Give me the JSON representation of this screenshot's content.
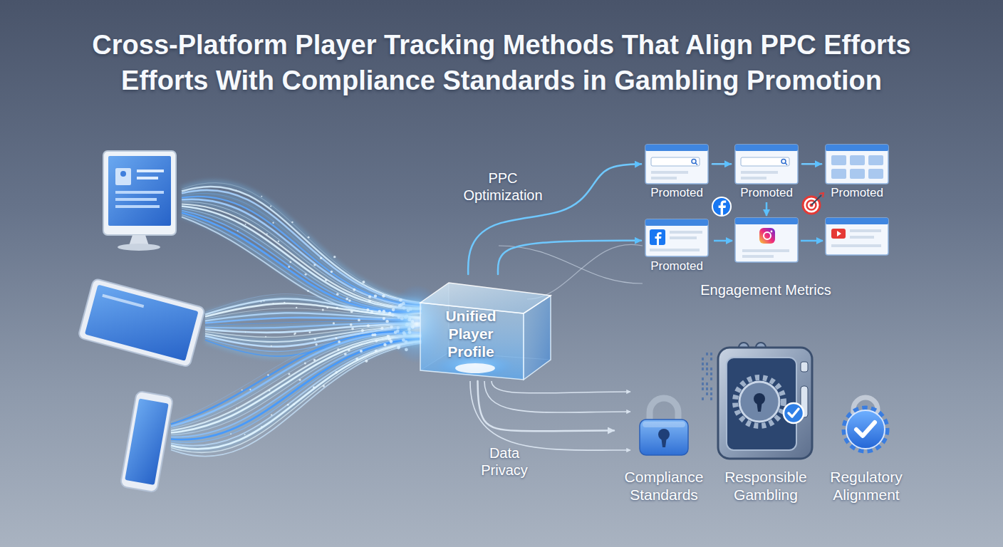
{
  "diagram": {
    "title": "Cross-Platform Player Tracking Methods That Align PPC Efforts Efforts With Compliance Standards in Gambling Promotion",
    "nodes": [
      {
        "text": [
          "Unified Player Profile"
        ]
      },
      {
        "text": [
          "Promoted"
        ]
      },
      {
        "text": [
          "Promoted"
        ]
      },
      {
        "text": [
          "Promoted"
        ]
      },
      {
        "text": [
          "Promoted"
        ]
      },
      {
        "text": [
          "Compliance Standards"
        ]
      },
      {
        "text": [
          "Responsible Gambling"
        ]
      },
      {
        "text": [
          "Regulatory Alignment"
        ]
      }
    ],
    "edges": [
      {
        "from": 0,
        "to": 1,
        "arrow": "to"
      },
      {
        "from": 1,
        "to": 2,
        "arrow": "to"
      },
      {
        "from": 2,
        "to": 3,
        "arrow": "to"
      },
      {
        "from": 0,
        "to": 4,
        "arrow": "to"
      },
      {
        "from": 0,
        "to": 5,
        "arrow": "to"
      }
    ],
    "labels": [
      "PPC Optimization",
      "Engagement Metrics",
      "Data Privacy"
    ]
  }
}
